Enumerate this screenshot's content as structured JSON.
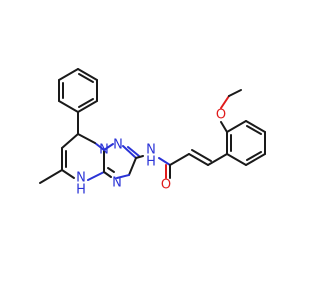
{
  "colors": {
    "carbon": "#1a1a1a",
    "nitrogen": "#2a33d6",
    "oxygen": "#e01b1b",
    "background": "#ffffff"
  },
  "atoms": {
    "n_ring_top_left": "N",
    "n_ring_top_right": "N",
    "n_ring_bottom_right": "N",
    "amide_n": "N",
    "amide_h": "H",
    "nh_ring": "N",
    "nh_ring_h": "H",
    "carbonyl_o": "O",
    "methoxy_o": "O"
  }
}
